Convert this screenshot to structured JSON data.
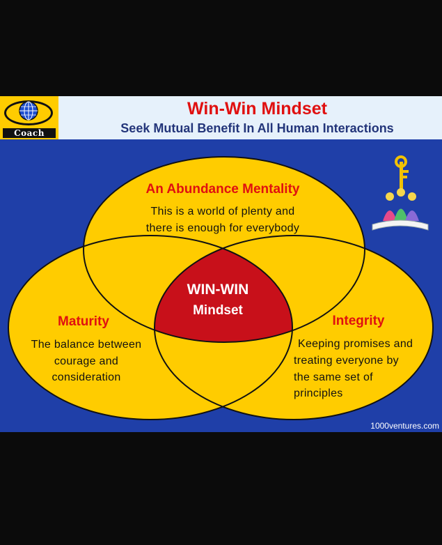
{
  "header": {
    "logo_text": "Coach",
    "title": "Win-Win Mindset",
    "subtitle": "Seek Mutual Benefit In All Human Interactions"
  },
  "diagram": {
    "top": {
      "heading": "An Abundance Mentality",
      "line1": "This is a world of plenty and",
      "line2": "there is enough for everybody"
    },
    "left": {
      "heading": "Maturity",
      "line1": "The balance between",
      "line2": "courage and",
      "line3": "consideration"
    },
    "right": {
      "heading": "Integrity",
      "line1": "Keeping promises and",
      "line2": "treating everyone by",
      "line3": "the same set of",
      "line4": "principles"
    },
    "center": {
      "title": "WIN-WIN",
      "subtitle": "Mindset"
    }
  },
  "credit": "1000ventures.com",
  "colors": {
    "background": "#1f3fa8",
    "ellipse_fill": "#ffcc00",
    "intersection": "#c8101a",
    "heading": "#e01010"
  },
  "icons": [
    "globe-eye-logo-icon",
    "key-people-book-icon"
  ]
}
